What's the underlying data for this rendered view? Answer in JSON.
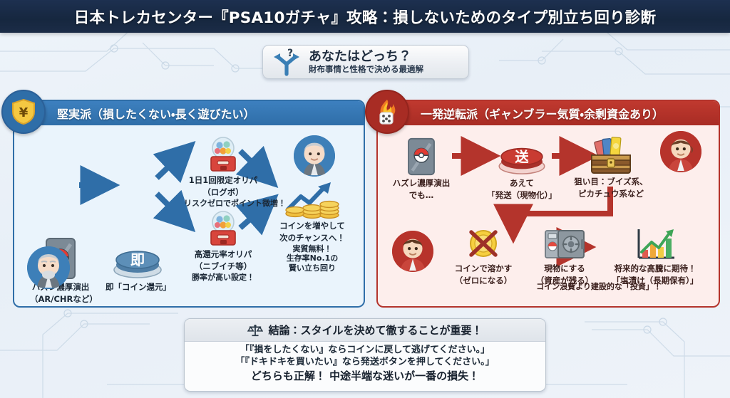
{
  "header": {
    "title": "日本トレカセンター『PSA10ガチャ』攻略：損しないためのタイプ別立ち回り診断"
  },
  "subtitle": {
    "icon": "branching-arrow-icon",
    "line1": "あなたはどっち？",
    "line2": "財布事情と性格で決める最適解"
  },
  "left_panel": {
    "badge_icon": "shield-yen-icon",
    "title": "堅実派（損したくない・長く遊びたい）",
    "accent": "#2f6ea8",
    "nodes": {
      "card": {
        "icon": "pokemon-card-icon",
        "caption_line1": "ハズレ濃厚演出",
        "caption_line2": "（AR/CHRなど）"
      },
      "button": {
        "icon": "soku-button-icon",
        "label": "即",
        "caption": "即「コイン還元」"
      },
      "branch_top": {
        "icon": "gachapon-machine-icon",
        "caption_line1": "1日1回限定オリパ",
        "caption_line2": "（ログボ）",
        "note": "リスクゼロでポイント微増！"
      },
      "branch_bottom": {
        "icon": "gachapon-machine-icon",
        "caption_line1": "高還元率オリパ",
        "caption_line2": "（ニブイチ等）",
        "note": "勝率が高い設定！"
      },
      "result": {
        "icon": "coins-growth-icon",
        "caption_line1": "コインを増やして",
        "caption_line2": "次のチャンスへ！",
        "note_line1": "実質無料！",
        "note_line2": "生存率No.1の",
        "note_line3": "賢い立ち回り"
      }
    },
    "avatars": [
      {
        "name": "elderly-man-avatar-bottom"
      },
      {
        "name": "elderly-man-avatar-top"
      }
    ]
  },
  "right_panel": {
    "badge_icon": "flaming-dice-icon",
    "title": "一発逆転派（ギャンブラー気質・余剰資金あり）",
    "accent": "#a82c24",
    "nodes": {
      "card": {
        "icon": "pokemon-card-icon",
        "caption_line1": "ハズレ濃厚演出",
        "caption_line2": "でも…"
      },
      "button": {
        "icon": "sou-button-icon",
        "label": "送",
        "caption_line1": "あえて",
        "caption_line2": "「発送（現物化）」"
      },
      "chest": {
        "icon": "treasure-chest-icon",
        "caption_line1": "狙い目：ブイズ系、",
        "caption_line2": "ピカチュウ系など"
      },
      "coin_x": {
        "icon": "crossed-coin-icon",
        "caption_line1": "コインで溶かす",
        "caption_line2": "（ゼロになる）"
      },
      "safe": {
        "icon": "safe-vault-icon",
        "caption_line1": "現物にする",
        "caption_line2": "（資産が残る）"
      },
      "chart": {
        "icon": "growth-chart-icon",
        "caption_line1": "将来的な高騰に期待！",
        "caption_line2": "「塩漬け（長期保有）」"
      },
      "footnote": "コイン浪費より建設的な「投資」！"
    },
    "avatars": [
      {
        "name": "young-man-avatar-top"
      },
      {
        "name": "young-man-avatar-bottom"
      }
    ]
  },
  "conclusion": {
    "icon": "scales-icon",
    "title": "結論：スタイルを決めて徹することが重要！",
    "quote1": "「『損をしたくない』ならコインに戻して逃げてください。」",
    "quote2": "「『ドキドキを買いたい』なら発送ボタンを押してください。」",
    "final": "どちらも正解！ 中途半端な迷いが一番の損失！"
  }
}
